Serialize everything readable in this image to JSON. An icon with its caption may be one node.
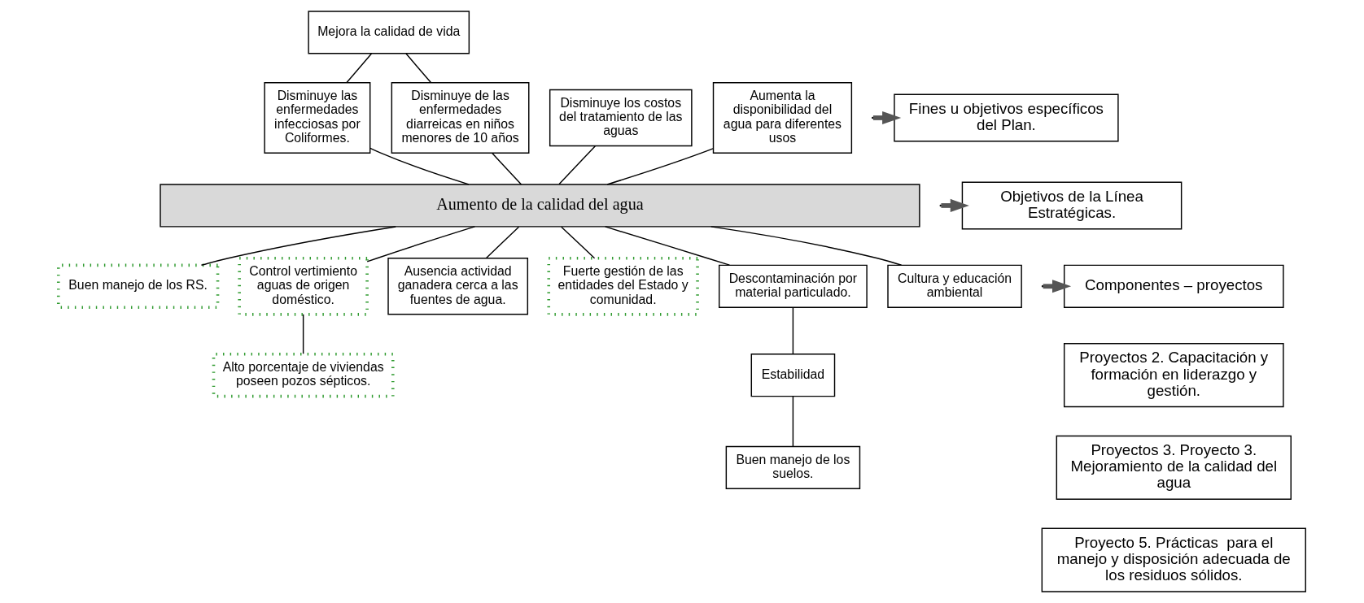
{
  "diagram": {
    "nodes": [
      {
        "text": [
          "Mejora la calidad de vida"
        ]
      },
      {
        "text": [
          "Disminuye las enfermedades infecciosas por Coliformes."
        ]
      },
      {
        "text": [
          "Disminuye de las enfermedades diarreicas en niños menores de 10 años"
        ]
      },
      {
        "text": [
          "Disminuye los costos del tratamiento de las aguas"
        ]
      },
      {
        "text": [
          "Aumenta la disponibilidad del agua para diferentes usos"
        ]
      },
      {
        "text": [
          "Aumento de la calidad del agua"
        ]
      },
      {
        "text": [
          "Buen manejo de los RS."
        ]
      },
      {
        "text": [
          "Control vertimiento aguas de origen doméstico."
        ]
      },
      {
        "text": [
          "Ausencia actividad ganadera cerca a las fuentes de agua."
        ]
      },
      {
        "text": [
          "Fuerte gestión de las entidades del Estado y comunidad."
        ]
      },
      {
        "text": [
          "Descontaminación por material particulado."
        ]
      },
      {
        "text": [
          "Cultura y educación ambiental"
        ]
      },
      {
        "text": [
          "Alto porcentaje de viviendas poseen pozos sépticos."
        ]
      },
      {
        "text": [
          "Estabilidad"
        ]
      },
      {
        "text": [
          "Buen manejo de los suelos."
        ]
      },
      {
        "text": [
          "Fines u objetivos específicos del Plan."
        ]
      },
      {
        "text": [
          "Objetivos de la Línea Estratégicas."
        ]
      },
      {
        "text": [
          "Componentes – proyectos"
        ]
      },
      {
        "text": [
          "Proyectos 2. Capacitación y formación en liderazgo y gestión."
        ]
      },
      {
        "text": [
          "Proyectos 3. Proyecto 3. Mejoramiento de la calidad del agua"
        ]
      },
      {
        "text": [
          "Proyecto 5. Prácticas  para el manejo y disposición adecuada de los residuos sólidos."
        ]
      }
    ],
    "edges": [
      {
        "from": 0,
        "to": 1,
        "arrow": "none"
      },
      {
        "from": 0,
        "to": 2,
        "arrow": "none"
      },
      {
        "from": 1,
        "to": 5,
        "arrow": "none"
      },
      {
        "from": 2,
        "to": 5,
        "arrow": "none"
      },
      {
        "from": 3,
        "to": 5,
        "arrow": "none"
      },
      {
        "from": 4,
        "to": 5,
        "arrow": "none"
      },
      {
        "from": 5,
        "to": 6,
        "arrow": "none"
      },
      {
        "from": 5,
        "to": 7,
        "arrow": "none"
      },
      {
        "from": 5,
        "to": 8,
        "arrow": "none"
      },
      {
        "from": 5,
        "to": 9,
        "arrow": "none"
      },
      {
        "from": 5,
        "to": 10,
        "arrow": "none"
      },
      {
        "from": 5,
        "to": 11,
        "arrow": "none"
      },
      {
        "from": 7,
        "to": 12,
        "arrow": "none"
      },
      {
        "from": 10,
        "to": 13,
        "arrow": "none"
      },
      {
        "from": 13,
        "to": 14,
        "arrow": "none"
      },
      {
        "from": null,
        "to": 15,
        "arrow": "to",
        "style": "thick"
      },
      {
        "from": null,
        "to": 16,
        "arrow": "to",
        "style": "thick"
      },
      {
        "from": null,
        "to": 17,
        "arrow": "to",
        "style": "thick"
      }
    ]
  }
}
